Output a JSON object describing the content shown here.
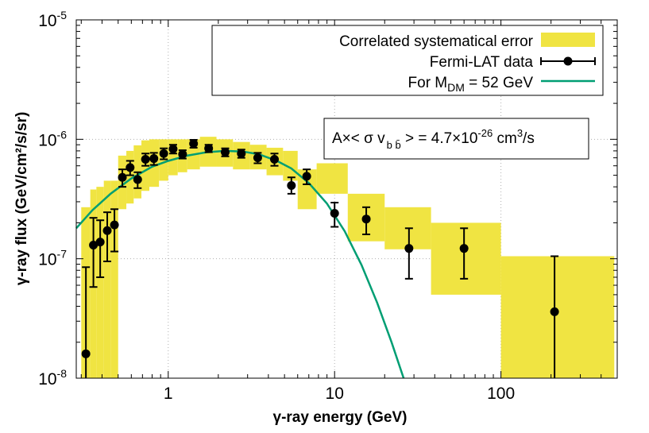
{
  "chart_data": {
    "type": "scatter",
    "xlabel": "γ-ray energy (GeV)",
    "ylabel": "γ-ray flux (GeV/cm²/s/sr)",
    "xscale": "log",
    "yscale": "log",
    "xlim": [
      0.28,
      500
    ],
    "ylim": [
      1e-08,
      1e-05
    ],
    "x_ticks": [
      {
        "value": 1,
        "label": "1"
      },
      {
        "value": 10,
        "label": "10"
      },
      {
        "value": 100,
        "label": "100"
      }
    ],
    "y_ticks": [
      {
        "value": 1e-08,
        "base": "10",
        "exp": "-8"
      },
      {
        "value": 1e-07,
        "base": "10",
        "exp": "-7"
      },
      {
        "value": 1e-06,
        "base": "10",
        "exp": "-6"
      },
      {
        "value": 1e-05,
        "base": "10",
        "exp": "-5"
      }
    ],
    "grid": true,
    "legend_position": "top-right",
    "legend": {
      "band": "Correlated systematical error",
      "data": "Fermi-LAT data",
      "model_prefix": "For M",
      "model_sub": "DM",
      "model_suffix": " = 52 GeV"
    },
    "annotation": {
      "a": "A×< σ v",
      "sub": "b b̄",
      "b": " > = 4.7×10",
      "exp1": "-26",
      "c": " cm",
      "exp2": "3",
      "d": "/s"
    },
    "colors": {
      "band": "#f0e442",
      "data": "#000000",
      "model": "#009e73"
    },
    "systematic_bands": [
      {
        "x0": 0.3,
        "x1": 0.34,
        "low": 1e-08,
        "high": 2.7e-07
      },
      {
        "x0": 0.34,
        "x1": 0.37,
        "low": 1e-08,
        "high": 3.8e-07
      },
      {
        "x0": 0.37,
        "x1": 0.41,
        "low": 1e-08,
        "high": 4e-07
      },
      {
        "x0": 0.41,
        "x1": 0.45,
        "low": 1e-08,
        "high": 4.5e-07
      },
      {
        "x0": 0.45,
        "x1": 0.5,
        "low": 1e-08,
        "high": 4.5e-07
      },
      {
        "x0": 0.5,
        "x1": 0.56,
        "low": 2.6e-07,
        "high": 7.3e-07
      },
      {
        "x0": 0.56,
        "x1": 0.62,
        "low": 2.9e-07,
        "high": 8e-07
      },
      {
        "x0": 0.62,
        "x1": 0.69,
        "low": 3.2e-07,
        "high": 8.9e-07
      },
      {
        "x0": 0.69,
        "x1": 0.77,
        "low": 3.7e-07,
        "high": 9.8e-07
      },
      {
        "x0": 0.77,
        "x1": 0.88,
        "low": 4e-07,
        "high": 1e-06
      },
      {
        "x0": 0.88,
        "x1": 1.0,
        "low": 4.5e-07,
        "high": 1e-06
      },
      {
        "x0": 1.0,
        "x1": 1.14,
        "low": 5e-07,
        "high": 1e-06
      },
      {
        "x0": 1.14,
        "x1": 1.3,
        "low": 5.3e-07,
        "high": 1e-06
      },
      {
        "x0": 1.3,
        "x1": 1.55,
        "low": 5.6e-07,
        "high": 1e-06
      },
      {
        "x0": 1.55,
        "x1": 1.95,
        "low": 5.9e-07,
        "high": 1.05e-06
      },
      {
        "x0": 1.95,
        "x1": 2.45,
        "low": 5.9e-07,
        "high": 1e-06
      },
      {
        "x0": 2.45,
        "x1": 3.1,
        "low": 5.6e-07,
        "high": 9.5e-07
      },
      {
        "x0": 3.1,
        "x1": 3.9,
        "low": 5.6e-07,
        "high": 9e-07
      },
      {
        "x0": 3.9,
        "x1": 4.9,
        "low": 5e-07,
        "high": 8.5e-07
      },
      {
        "x0": 4.9,
        "x1": 6.0,
        "low": 4.5e-07,
        "high": 8e-07
      },
      {
        "x0": 6.0,
        "x1": 7.8,
        "low": 2.6e-07,
        "high": 5.6e-07
      },
      {
        "x0": 7.8,
        "x1": 12.0,
        "low": 3.5e-07,
        "high": 6.3e-07
      },
      {
        "x0": 12.0,
        "x1": 20.0,
        "low": 1.4e-07,
        "high": 3.5e-07
      },
      {
        "x0": 20.0,
        "x1": 38.0,
        "low": 1.2e-07,
        "high": 2.7e-07
      },
      {
        "x0": 38.0,
        "x1": 100.0,
        "low": 5e-08,
        "high": 2e-07
      },
      {
        "x0": 100.0,
        "x1": 480.0,
        "low": 1e-08,
        "high": 1.05e-07
      }
    ],
    "data_points": [
      {
        "x": 0.32,
        "y": 1.6e-08,
        "ylo": 1e-08,
        "yhi": 8.5e-08
      },
      {
        "x": 0.355,
        "y": 1.3e-07,
        "ylo": 5.8e-08,
        "yhi": 2.2e-07
      },
      {
        "x": 0.39,
        "y": 1.38e-07,
        "ylo": 7e-08,
        "yhi": 2.1e-07
      },
      {
        "x": 0.43,
        "y": 1.72e-07,
        "ylo": 9.5e-08,
        "yhi": 2.45e-07
      },
      {
        "x": 0.475,
        "y": 1.92e-07,
        "ylo": 1.15e-07,
        "yhi": 2.6e-07
      },
      {
        "x": 0.53,
        "y": 4.8e-07,
        "ylo": 4e-07,
        "yhi": 5.6e-07
      },
      {
        "x": 0.59,
        "y": 5.8e-07,
        "ylo": 5e-07,
        "yhi": 6.6e-07
      },
      {
        "x": 0.655,
        "y": 4.6e-07,
        "ylo": 3.9e-07,
        "yhi": 5.3e-07
      },
      {
        "x": 0.73,
        "y": 6.8e-07,
        "ylo": 6e-07,
        "yhi": 7.6e-07
      },
      {
        "x": 0.82,
        "y": 6.9e-07,
        "ylo": 6.1e-07,
        "yhi": 7.7e-07
      },
      {
        "x": 0.94,
        "y": 7.6e-07,
        "ylo": 6.8e-07,
        "yhi": 8.4e-07
      },
      {
        "x": 1.07,
        "y": 8.3e-07,
        "ylo": 7.6e-07,
        "yhi": 9e-07
      },
      {
        "x": 1.22,
        "y": 7.5e-07,
        "ylo": 6.9e-07,
        "yhi": 8.1e-07
      },
      {
        "x": 1.42,
        "y": 9.2e-07,
        "ylo": 8.5e-07,
        "yhi": 9.9e-07
      },
      {
        "x": 1.75,
        "y": 8.4e-07,
        "ylo": 7.8e-07,
        "yhi": 9e-07
      },
      {
        "x": 2.2,
        "y": 7.8e-07,
        "ylo": 7.2e-07,
        "yhi": 8.4e-07
      },
      {
        "x": 2.75,
        "y": 7.6e-07,
        "ylo": 7e-07,
        "yhi": 8.2e-07
      },
      {
        "x": 3.45,
        "y": 7e-07,
        "ylo": 6.3e-07,
        "yhi": 7.7e-07
      },
      {
        "x": 4.35,
        "y": 6.8e-07,
        "ylo": 6e-07,
        "yhi": 7.6e-07
      },
      {
        "x": 5.5,
        "y": 4.1e-07,
        "ylo": 3.5e-07,
        "yhi": 4.8e-07
      },
      {
        "x": 6.8,
        "y": 4.9e-07,
        "ylo": 4.2e-07,
        "yhi": 5.6e-07
      },
      {
        "x": 10.0,
        "y": 2.4e-07,
        "ylo": 1.85e-07,
        "yhi": 2.95e-07
      },
      {
        "x": 15.5,
        "y": 2.15e-07,
        "ylo": 1.6e-07,
        "yhi": 2.7e-07
      },
      {
        "x": 28.0,
        "y": 1.22e-07,
        "ylo": 6.8e-08,
        "yhi": 1.8e-07
      },
      {
        "x": 60.0,
        "y": 1.22e-07,
        "ylo": 6.8e-08,
        "yhi": 1.8e-07
      },
      {
        "x": 210.0,
        "y": 3.6e-08,
        "ylo": 1e-08,
        "yhi": 1.05e-07
      }
    ],
    "model_curve": [
      {
        "x": 0.28,
        "y": 1.8e-07
      },
      {
        "x": 0.35,
        "y": 2.55e-07
      },
      {
        "x": 0.45,
        "y": 3.5e-07
      },
      {
        "x": 0.6,
        "y": 4.7e-07
      },
      {
        "x": 0.8,
        "y": 5.9e-07
      },
      {
        "x": 1.0,
        "y": 6.6e-07
      },
      {
        "x": 1.3,
        "y": 7.3e-07
      },
      {
        "x": 1.7,
        "y": 7.8e-07
      },
      {
        "x": 2.2,
        "y": 8e-07
      },
      {
        "x": 2.8,
        "y": 7.9e-07
      },
      {
        "x": 3.5,
        "y": 7.5e-07
      },
      {
        "x": 4.5,
        "y": 6.6e-07
      },
      {
        "x": 5.5,
        "y": 5.7e-07
      },
      {
        "x": 7.0,
        "y": 4.3e-07
      },
      {
        "x": 9.0,
        "y": 2.9e-07
      },
      {
        "x": 11.5,
        "y": 1.7e-07
      },
      {
        "x": 14.5,
        "y": 8.9e-08
      },
      {
        "x": 18.0,
        "y": 4.3e-08
      },
      {
        "x": 22.0,
        "y": 2e-08
      },
      {
        "x": 26.0,
        "y": 1e-08
      }
    ]
  }
}
